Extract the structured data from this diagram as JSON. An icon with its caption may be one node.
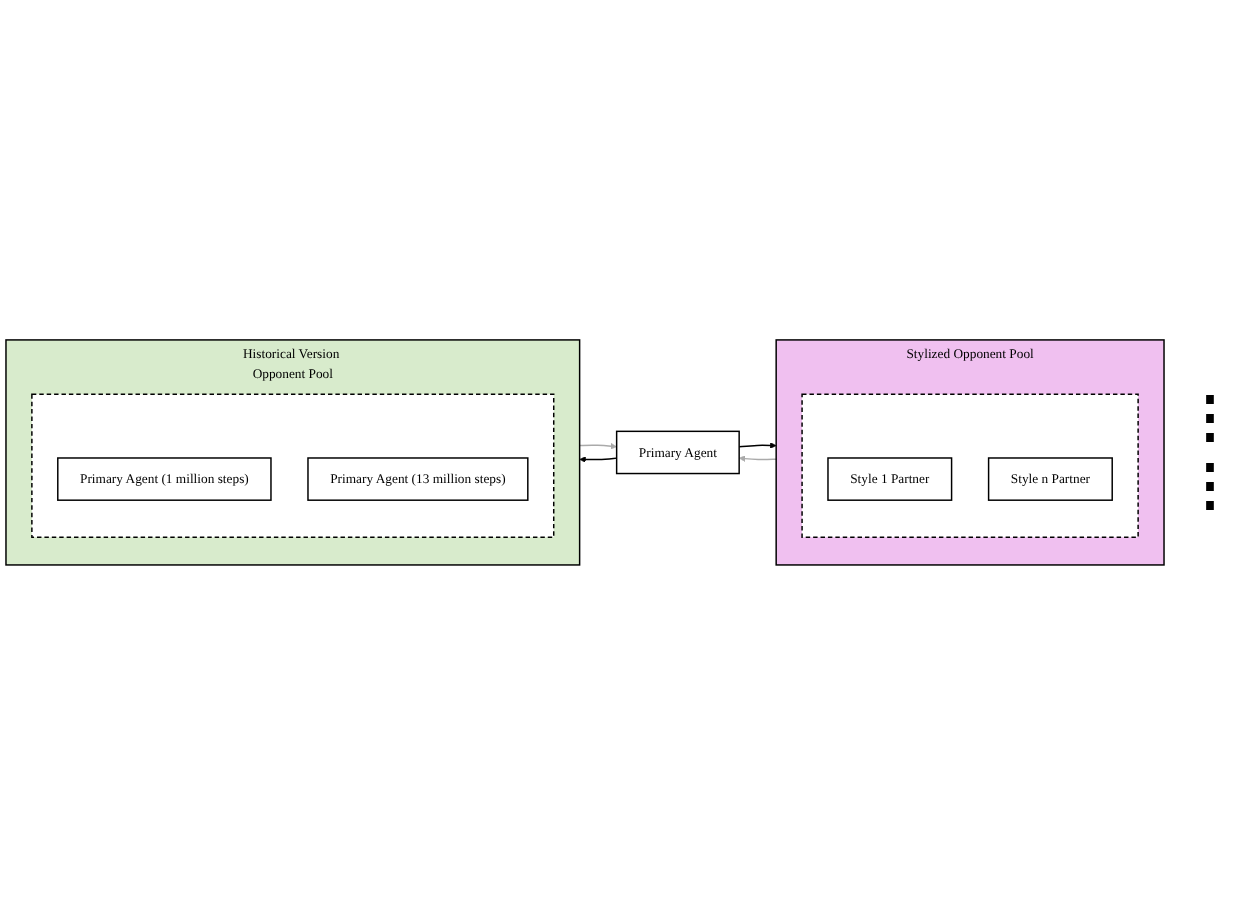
{
  "diagram": {
    "nodes": [
      {
        "text": [
          "Primary Agent"
        ]
      },
      {
        "text": [
          "Stylized Opponent Pool"
        ]
      },
      {
        "text": [],
        "shape": "box",
        "in": 1
      },
      {
        "text": [
          "Style 1 Partner"
        ],
        "in": 2
      },
      {
        "text": [
          "Style n Partner"
        ],
        "in": 2
      },
      {
        "text": [
          "Historical Version Opponent Pool"
        ]
      },
      {
        "text": [],
        "shape": "box",
        "in": 5
      },
      {
        "text": [
          "Primary Agent (1 million steps)"
        ],
        "in": 6
      },
      {
        "text": [
          "Primary Agent (13 million steps)"
        ],
        "in": 6
      }
    ],
    "edges": [
      {
        "from": 1,
        "to": 0,
        "arrow": "to",
        "color": "#aaaaaa"
      },
      {
        "from": 0,
        "to": 1,
        "arrow": "to",
        "color": "#000000"
      },
      {
        "from": 0,
        "to": 5,
        "arrow": "to",
        "color": "#000000"
      },
      {
        "from": 5,
        "to": 0,
        "arrow": "to",
        "color": "#aaaaaa"
      }
    ],
    "labels": [
      "⋮",
      "⋮"
    ]
  }
}
